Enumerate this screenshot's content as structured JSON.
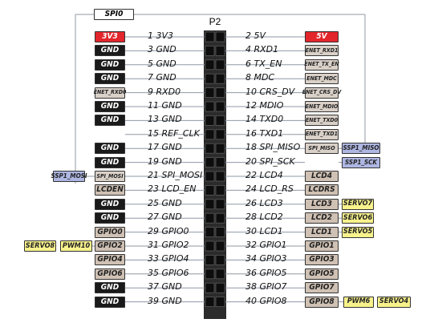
{
  "header": {
    "title": "P2",
    "group_tag": "SPI0"
  },
  "colors": {
    "power": "#e3262b",
    "gnd": "#1a1a1a",
    "enet": "#d9d0c8",
    "signal": "#cfc1b4",
    "ssp": "#aeb6e2",
    "servo": "#f8f28c",
    "line": "#8f98a6",
    "header_body": "#2b2b2b"
  },
  "left_pins": [
    {
      "label": "1 3V3",
      "tag": "3V3",
      "kind": "power",
      "extra": []
    },
    {
      "label": "3 GND",
      "tag": "GND",
      "kind": "gnd",
      "extra": []
    },
    {
      "label": "5 GND",
      "tag": "GND",
      "kind": "gnd",
      "extra": []
    },
    {
      "label": "7 GND",
      "tag": "GND",
      "kind": "gnd",
      "extra": []
    },
    {
      "label": "9 RXD0",
      "tag": "ENET_RXD0",
      "kind": "enet",
      "extra": []
    },
    {
      "label": "11 GND",
      "tag": "GND",
      "kind": "gnd",
      "extra": []
    },
    {
      "label": "13 GND",
      "tag": "GND",
      "kind": "gnd",
      "extra": []
    },
    {
      "label": "15 REF_CLK",
      "tag": "",
      "kind": "none",
      "extra": []
    },
    {
      "label": "17 GND",
      "tag": "GND",
      "kind": "gnd",
      "extra": []
    },
    {
      "label": "19 GND",
      "tag": "GND",
      "kind": "gnd",
      "extra": []
    },
    {
      "label": "21 SPI_MOSI",
      "tag": "SPI_MOSI",
      "kind": "enet",
      "extra": [
        {
          "text": "SSP1_MOSI",
          "kind": "ssp"
        }
      ]
    },
    {
      "label": "23 LCD_EN",
      "tag": "LCDEN",
      "kind": "signal",
      "extra": []
    },
    {
      "label": "25 GND",
      "tag": "GND",
      "kind": "gnd",
      "extra": []
    },
    {
      "label": "27 GND",
      "tag": "GND",
      "kind": "gnd",
      "extra": []
    },
    {
      "label": "29 GPIO0",
      "tag": "GPIO0",
      "kind": "signal",
      "extra": []
    },
    {
      "label": "31 GPIO2",
      "tag": "GPIO2",
      "kind": "signal",
      "extra": [
        {
          "text": "SERVO8",
          "kind": "servo"
        },
        {
          "text": "PWM10",
          "kind": "servo"
        }
      ]
    },
    {
      "label": "33 GPIO4",
      "tag": "GPIO4",
      "kind": "signal",
      "extra": []
    },
    {
      "label": "35 GPIO6",
      "tag": "GPIO6",
      "kind": "signal",
      "extra": []
    },
    {
      "label": "37 GND",
      "tag": "GND",
      "kind": "gnd",
      "extra": []
    },
    {
      "label": "39 GND",
      "tag": "GND",
      "kind": "gnd",
      "extra": []
    }
  ],
  "right_pins": [
    {
      "label": "2 5V",
      "tag": "5V",
      "kind": "power",
      "extra": []
    },
    {
      "label": "4 RXD1",
      "tag": "ENET_RXD1",
      "kind": "enet",
      "extra": []
    },
    {
      "label": "6 TX_EN",
      "tag": "ENET_TX_EN",
      "kind": "enet",
      "extra": []
    },
    {
      "label": "8 MDC",
      "tag": "ENET_MDC",
      "kind": "enet",
      "extra": []
    },
    {
      "label": "10 CRS_DV",
      "tag": "ENET_CRS_DV",
      "kind": "enet",
      "extra": []
    },
    {
      "label": "12 MDIO",
      "tag": "ENET_MDIO",
      "kind": "enet",
      "extra": []
    },
    {
      "label": "14 TXD0",
      "tag": "ENET_TXD0",
      "kind": "enet",
      "extra": []
    },
    {
      "label": "16 TXD1",
      "tag": "ENET_TXD1",
      "kind": "enet",
      "extra": []
    },
    {
      "label": "18 SPI_MISO",
      "tag": "SPI_MISO",
      "kind": "enet",
      "extra": [
        {
          "text": "SSP1_MISO",
          "kind": "ssp"
        }
      ]
    },
    {
      "label": "20 SPI_SCK",
      "tag": "",
      "kind": "none",
      "extra": [
        {
          "text": "SSP1_SCK",
          "kind": "ssp"
        }
      ]
    },
    {
      "label": "22 LCD4",
      "tag": "LCD4",
      "kind": "signal",
      "extra": []
    },
    {
      "label": "24 LCD_RS",
      "tag": "LCDRS",
      "kind": "signal",
      "extra": []
    },
    {
      "label": "26 LCD3",
      "tag": "LCD3",
      "kind": "signal",
      "extra": [
        {
          "text": "SERVO7",
          "kind": "servo"
        }
      ]
    },
    {
      "label": "28 LCD2",
      "tag": "LCD2",
      "kind": "signal",
      "extra": [
        {
          "text": "SERVO6",
          "kind": "servo"
        }
      ]
    },
    {
      "label": "30 LCD1",
      "tag": "LCD1",
      "kind": "signal",
      "extra": [
        {
          "text": "SERVO5",
          "kind": "servo"
        }
      ]
    },
    {
      "label": "32 GPIO1",
      "tag": "GPIO1",
      "kind": "signal",
      "extra": []
    },
    {
      "label": "34 GPIO3",
      "tag": "GPIO3",
      "kind": "signal",
      "extra": []
    },
    {
      "label": "36 GPIO5",
      "tag": "GPIO5",
      "kind": "signal",
      "extra": []
    },
    {
      "label": "38 GPIO7",
      "tag": "GPIO7",
      "kind": "signal",
      "extra": []
    },
    {
      "label": "40 GPIO8",
      "tag": "GPIO8",
      "kind": "signal",
      "extra": [
        {
          "text": "PWM6",
          "kind": "servo"
        },
        {
          "text": "SERVO4",
          "kind": "servo"
        }
      ]
    }
  ]
}
